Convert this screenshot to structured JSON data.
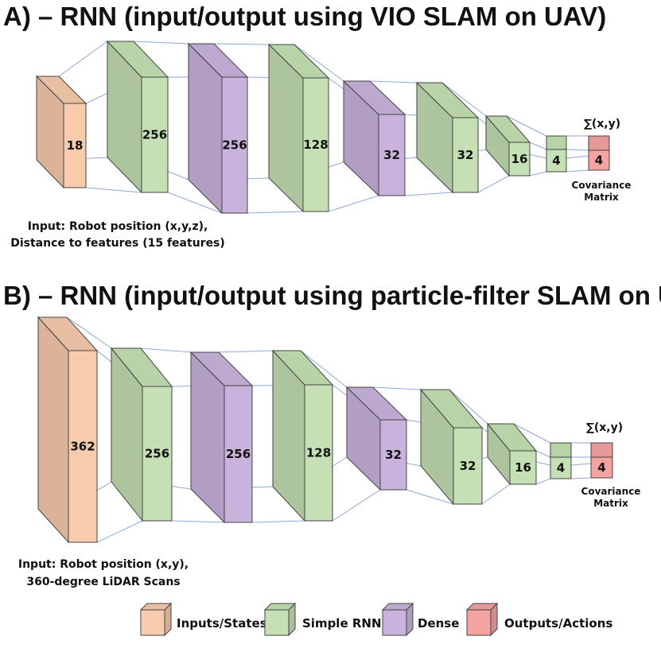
{
  "colors": {
    "inputs": "#f8cbad",
    "rnn": "#c5e0b4",
    "dense": "#c9b3dd",
    "outputs": "#f4a3a3",
    "connector": "#8fa9d6",
    "edge": "#444444"
  },
  "panels": [
    {
      "title": "A) – RNN (input/output using VIO SLAM on UAV)",
      "input_caption": [
        "Input: Robot position (x,y,z),",
        "Distance to features (15 features)"
      ],
      "sigma": "∑(x,y)",
      "output_caption": [
        "Covariance",
        "Matrix"
      ],
      "layers": [
        {
          "label": "18",
          "kind": "inputs"
        },
        {
          "label": "256",
          "kind": "rnn"
        },
        {
          "label": "256",
          "kind": "dense"
        },
        {
          "label": "128",
          "kind": "rnn"
        },
        {
          "label": "32",
          "kind": "dense"
        },
        {
          "label": "32",
          "kind": "rnn"
        },
        {
          "label": "16",
          "kind": "rnn"
        },
        {
          "label": "4",
          "kind": "rnn"
        },
        {
          "label": "4",
          "kind": "outputs"
        }
      ]
    },
    {
      "title": "B) – RNN (input/output using particle-filter SLAM on UGV)",
      "input_caption": [
        "Input: Robot position (x,y),",
        "360-degree LiDAR Scans"
      ],
      "sigma": "∑(x,y)",
      "output_caption": [
        "Covariance",
        "Matrix"
      ],
      "layers": [
        {
          "label": "362",
          "kind": "inputs"
        },
        {
          "label": "256",
          "kind": "rnn"
        },
        {
          "label": "256",
          "kind": "dense"
        },
        {
          "label": "128",
          "kind": "rnn"
        },
        {
          "label": "32",
          "kind": "dense"
        },
        {
          "label": "32",
          "kind": "rnn"
        },
        {
          "label": "16",
          "kind": "rnn"
        },
        {
          "label": "4",
          "kind": "rnn"
        },
        {
          "label": "4",
          "kind": "outputs"
        }
      ]
    }
  ],
  "legend": [
    {
      "label": "Inputs/States",
      "kind": "inputs"
    },
    {
      "label": "Simple RNN",
      "kind": "rnn"
    },
    {
      "label": "Dense",
      "kind": "dense"
    },
    {
      "label": "Outputs/Actions",
      "kind": "outputs"
    }
  ]
}
